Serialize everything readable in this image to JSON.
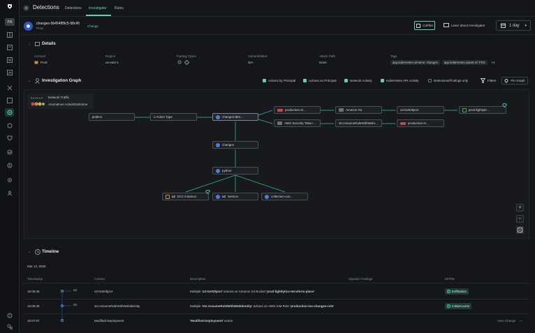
{
  "nav": {
    "avatar_initials": "PR",
    "items": [
      "home-icon",
      "grid-icon",
      "book-icon",
      "list-icon",
      "report-icon",
      "cross-icon",
      "chart-icon",
      "globe-icon",
      "shield-icon",
      "check-icon",
      "cloud-icon",
      "dollar-icon",
      "settings-icon",
      "people-icon"
    ],
    "bottom": [
      "help-icon",
      "user-settings-icon"
    ]
  },
  "header": {
    "title": "Detections",
    "tabs": [
      {
        "label": "Detections",
        "active": false
      },
      {
        "label": "Investigator",
        "active": true
      },
      {
        "label": "Rules",
        "active": false
      }
    ]
  },
  "entity": {
    "name": "changes-5b4548f9c5-98c45",
    "env": "Prod",
    "change_label": "Change",
    "copilot_label": "CoPilot",
    "learn_label": "Learn about Investigator",
    "range_label": "1 day"
  },
  "details": {
    "title": "Details",
    "columns": [
      {
        "label": "Account",
        "value": "Prod"
      },
      {
        "label": "Region",
        "value": "us-east-1"
      },
      {
        "label": "Finding Types",
        "value": ""
      },
      {
        "label": "Vulnerabilities",
        "value": "N/A"
      },
      {
        "label": "Attack Path",
        "value": "None"
      },
      {
        "label": "Tags",
        "value": ""
      }
    ],
    "tags": [
      "app.kubernetes.io/name: changes",
      "app.kubernetes.io/part-of: POC"
    ],
    "tags_more": "+4"
  },
  "graph": {
    "title": "Investigation Graph",
    "filters": [
      {
        "label": "Actions by Principal",
        "checked": true
      },
      {
        "label": "Actions on Principal",
        "checked": true
      },
      {
        "label": "Network Activity",
        "checked": true
      },
      {
        "label": "Kubernetes API Activity",
        "checked": true
      },
      {
        "label": "Detections/Findings only",
        "checked": false
      }
    ],
    "filters_label": "Filters",
    "pin_label": "Pin Graph",
    "legend": [
      {
        "label": "Network Traffic"
      },
      {
        "label": "Anomalous Action/Detection"
      }
    ],
    "nodes": {
      "jenkins": "jenkins",
      "action_type": "1 Action Type",
      "changes_main": "changes-5b4...",
      "prod_m": "production-m...",
      "aws_sts": "AWS Security Token ...",
      "amazon_s3": "Amazon S3",
      "sts_role": "sts:AssumeRoleWithWebI...",
      "s3_get": "s3:GetObject",
      "prod_m2": "production-m...",
      "prod_lightly": "prod-lightlytic...",
      "changes": "changes",
      "python": "python",
      "ec2_count": "x2",
      "ec2_label": "EC2 Instance",
      "svc_count": "x2",
      "svc_label": "Service",
      "collection": "collection-con..."
    },
    "zoom_in": "+",
    "zoom_out": "−"
  },
  "timeline": {
    "title": "Timeline",
    "date": "Mar 14, 2025",
    "columns": [
      "Timestamp",
      "Actions",
      "Description",
      "Signals/ Findings",
      "MITRE"
    ],
    "rows": [
      {
        "time": "16:05:48",
        "count": "x3",
        "action": "s3:GetObject",
        "desc_pre": "Multiple ",
        "desc_b1": "'s3:GetObject'",
        "desc_mid": " actions on Amazon S3 Bucket ",
        "desc_b2": "'prod-lightlytics-terraform-plans'",
        "mitre": "Exfiltration"
      },
      {
        "time": "16:05:48",
        "count": "x3",
        "action": "sts:AssumeRoleWithWebIdentity",
        "desc_pre": "Multiple ",
        "desc_b1": "'sts:AssumeRoleWithWebIdentity'",
        "desc_mid": " actions on AWS IAM Role ",
        "desc_b2": "'production-ms-changes-role'",
        "mitre": "InitialAccess"
      },
      {
        "time": "15:07:07",
        "count": "",
        "action": "Modified-Deployment",
        "desc_pre": "",
        "desc_b1": "'Modified-Deployment'",
        "desc_mid": " action",
        "desc_b2": "",
        "mitre": ""
      }
    ],
    "view_change": "View Change"
  },
  "colors": {
    "accent": "#5fd0c0",
    "node_blue": "#4c7dd8",
    "edge": "#2fc0b0",
    "danger": "#c44a4a"
  }
}
